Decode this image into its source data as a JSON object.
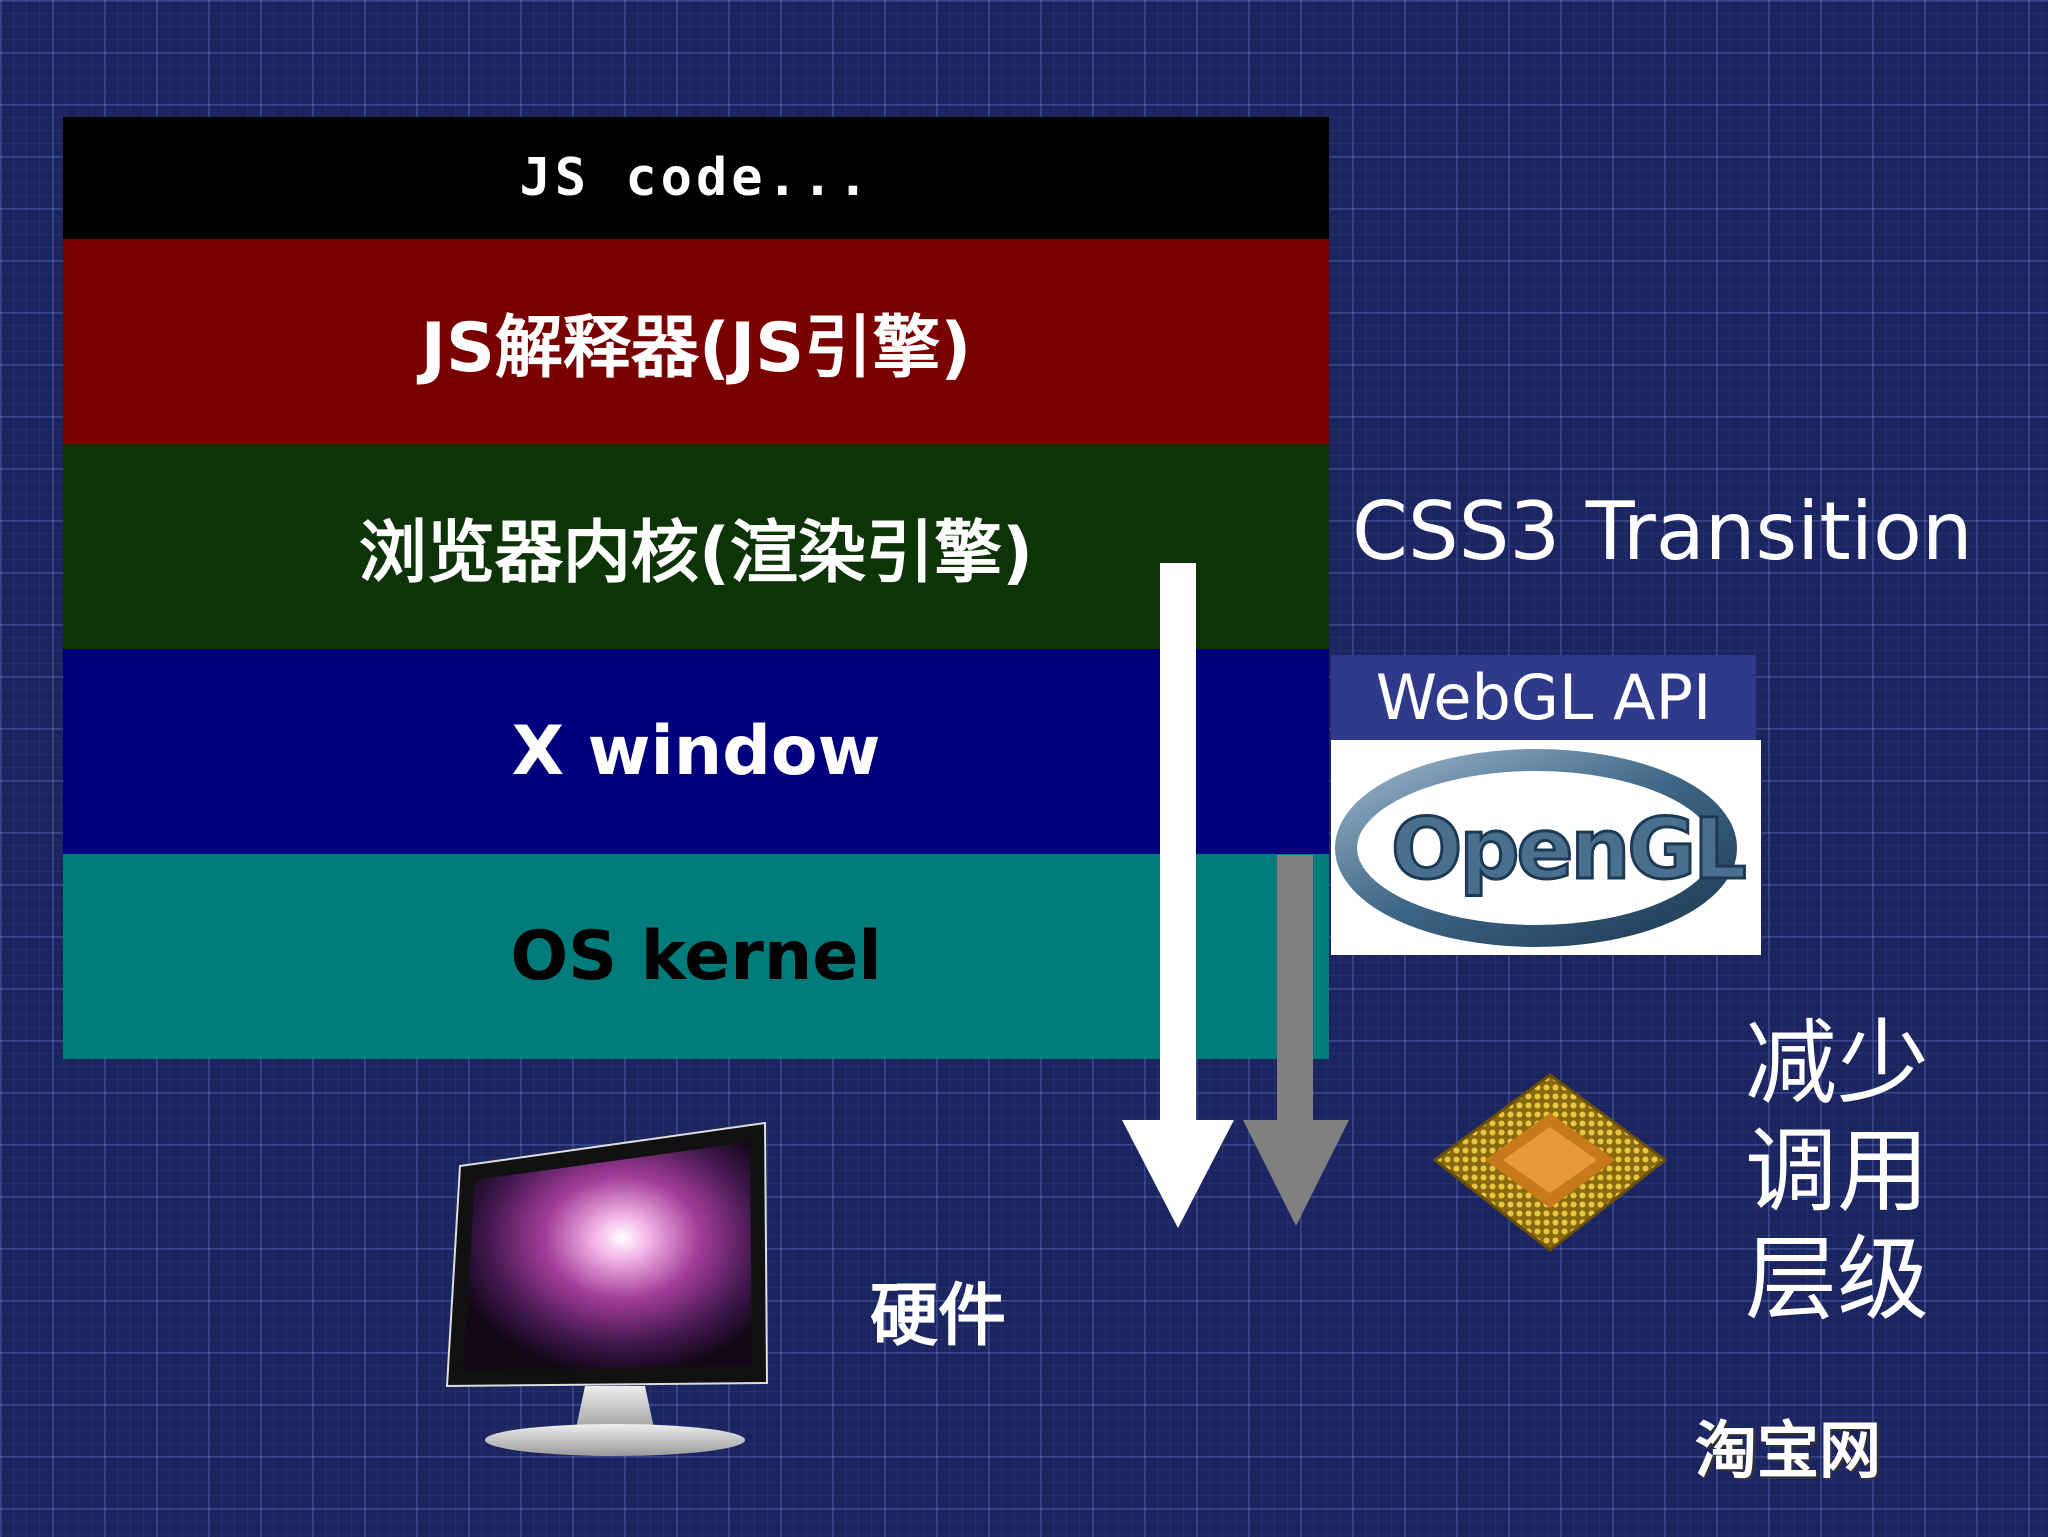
{
  "layers": [
    {
      "label": "JS  code...",
      "bg": "#000000",
      "fg": "#ffffff"
    },
    {
      "label": "JS解释器(JS引擎)",
      "bg": "#7a0000",
      "fg": "#ffffff"
    },
    {
      "label": "浏览器内核(渲染引擎)",
      "bg": "#0c3406",
      "fg": "#ffffff"
    },
    {
      "label": "X window",
      "bg": "#00007f",
      "fg": "#ffffff"
    },
    {
      "label": "OS kernel",
      "bg": "#007b7b",
      "fg": "#000000"
    }
  ],
  "css3_label": "CSS3 Transition",
  "webgl_label": "WebGL API",
  "opengl_logo_text": "OpenGL",
  "hardware_label": "硬件",
  "reduce_label": [
    "减少",
    "调用",
    "层级"
  ],
  "brand_label": "淘宝网",
  "colors": {
    "background": "#1b2560",
    "arrow_white": "#ffffff",
    "arrow_gray": "#808080"
  },
  "icons": [
    "monitor-icon",
    "cpu-chip-icon",
    "opengl-logo"
  ]
}
